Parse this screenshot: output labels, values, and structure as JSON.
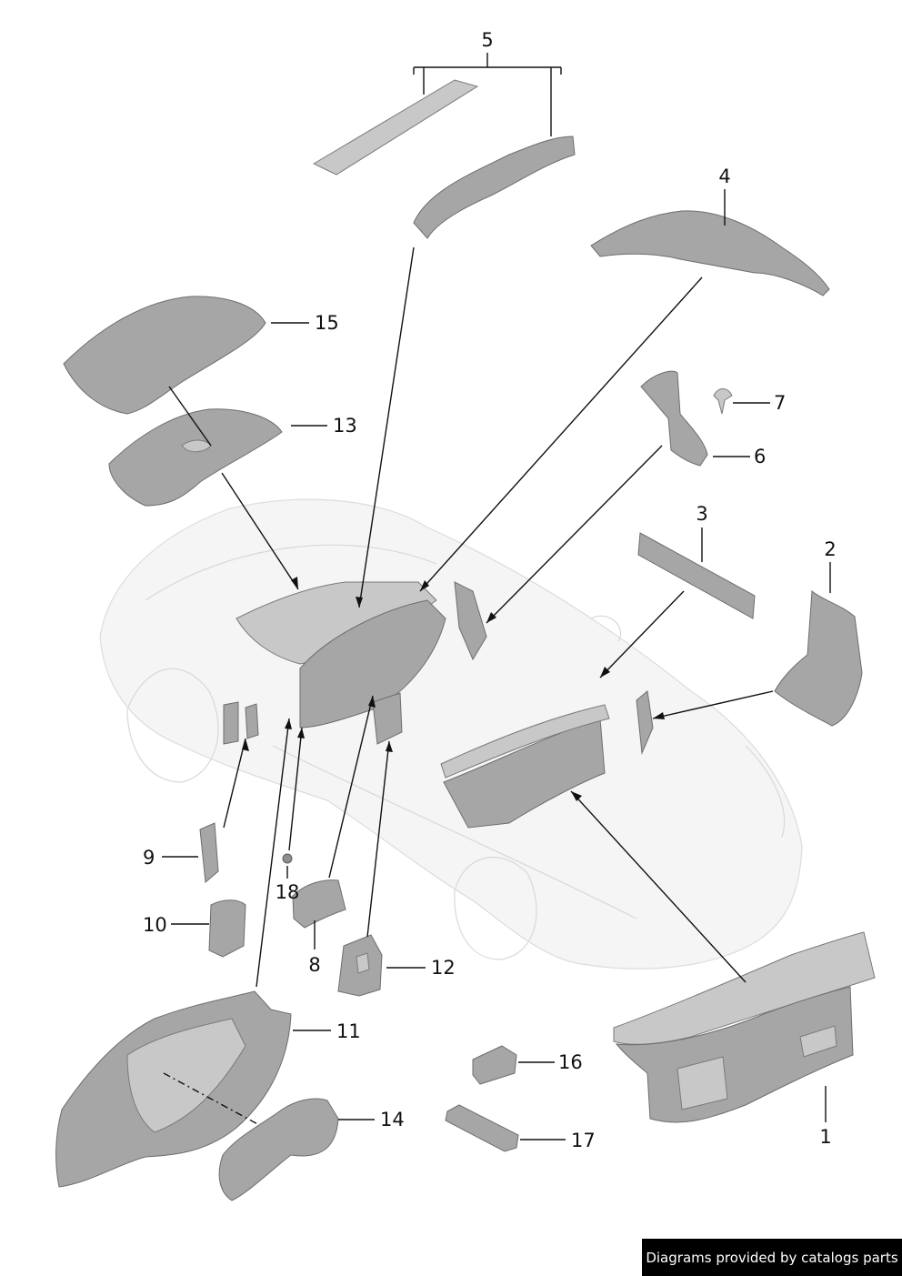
{
  "diagram": {
    "callouts": {
      "c1": "1",
      "c2": "2",
      "c3": "3",
      "c4": "4",
      "c5": "5",
      "c6": "6",
      "c7": "7",
      "c8": "8",
      "c9": "9",
      "c10": "10",
      "c11": "11",
      "c12": "12",
      "c13": "13",
      "c14": "14",
      "c15": "15",
      "c16": "16",
      "c17": "17",
      "c18": "18"
    }
  },
  "footer": {
    "credit": "Diagrams provided by catalogs parts"
  }
}
